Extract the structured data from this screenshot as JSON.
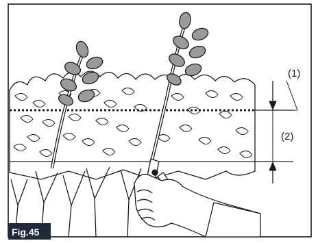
{
  "figure": {
    "labels": {
      "callout_1": "(1)",
      "callout_2": "(2)"
    },
    "caption": "Fig.45",
    "colors": {
      "line": "#1a1a1a",
      "leaf_fill": "#9a9a9a",
      "foliage_fill": "#ffffff",
      "caption_bg": "#1c2a3a",
      "background": "#ffffff"
    }
  }
}
